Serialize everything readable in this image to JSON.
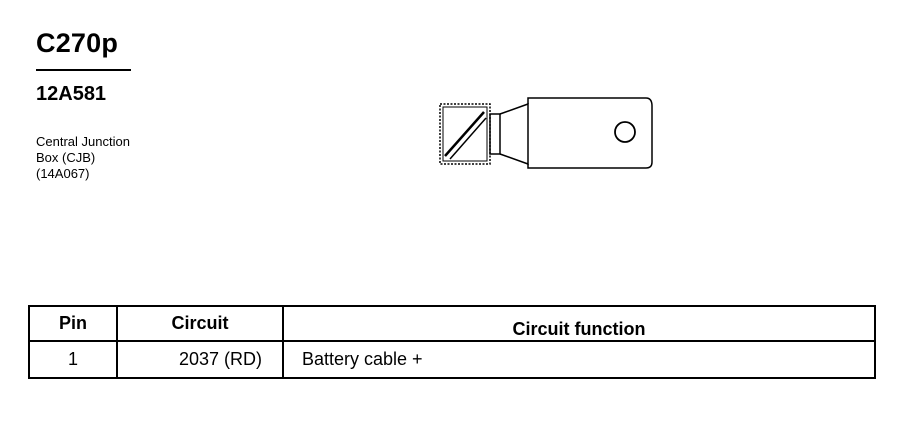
{
  "header": {
    "connector_id": "C270p",
    "part_number": "12A581",
    "description_lines": [
      "Central Junction",
      "Box (CJB)",
      "(14A067)"
    ]
  },
  "drawing": {
    "icon": "battery-cable-ring-terminal-icon"
  },
  "table": {
    "columns": {
      "pin": "Pin",
      "circuit": "Circuit",
      "function": "Circuit function"
    },
    "rows": [
      {
        "pin": "1",
        "circuit": "2037 (RD)",
        "function": "Battery cable +"
      }
    ]
  }
}
